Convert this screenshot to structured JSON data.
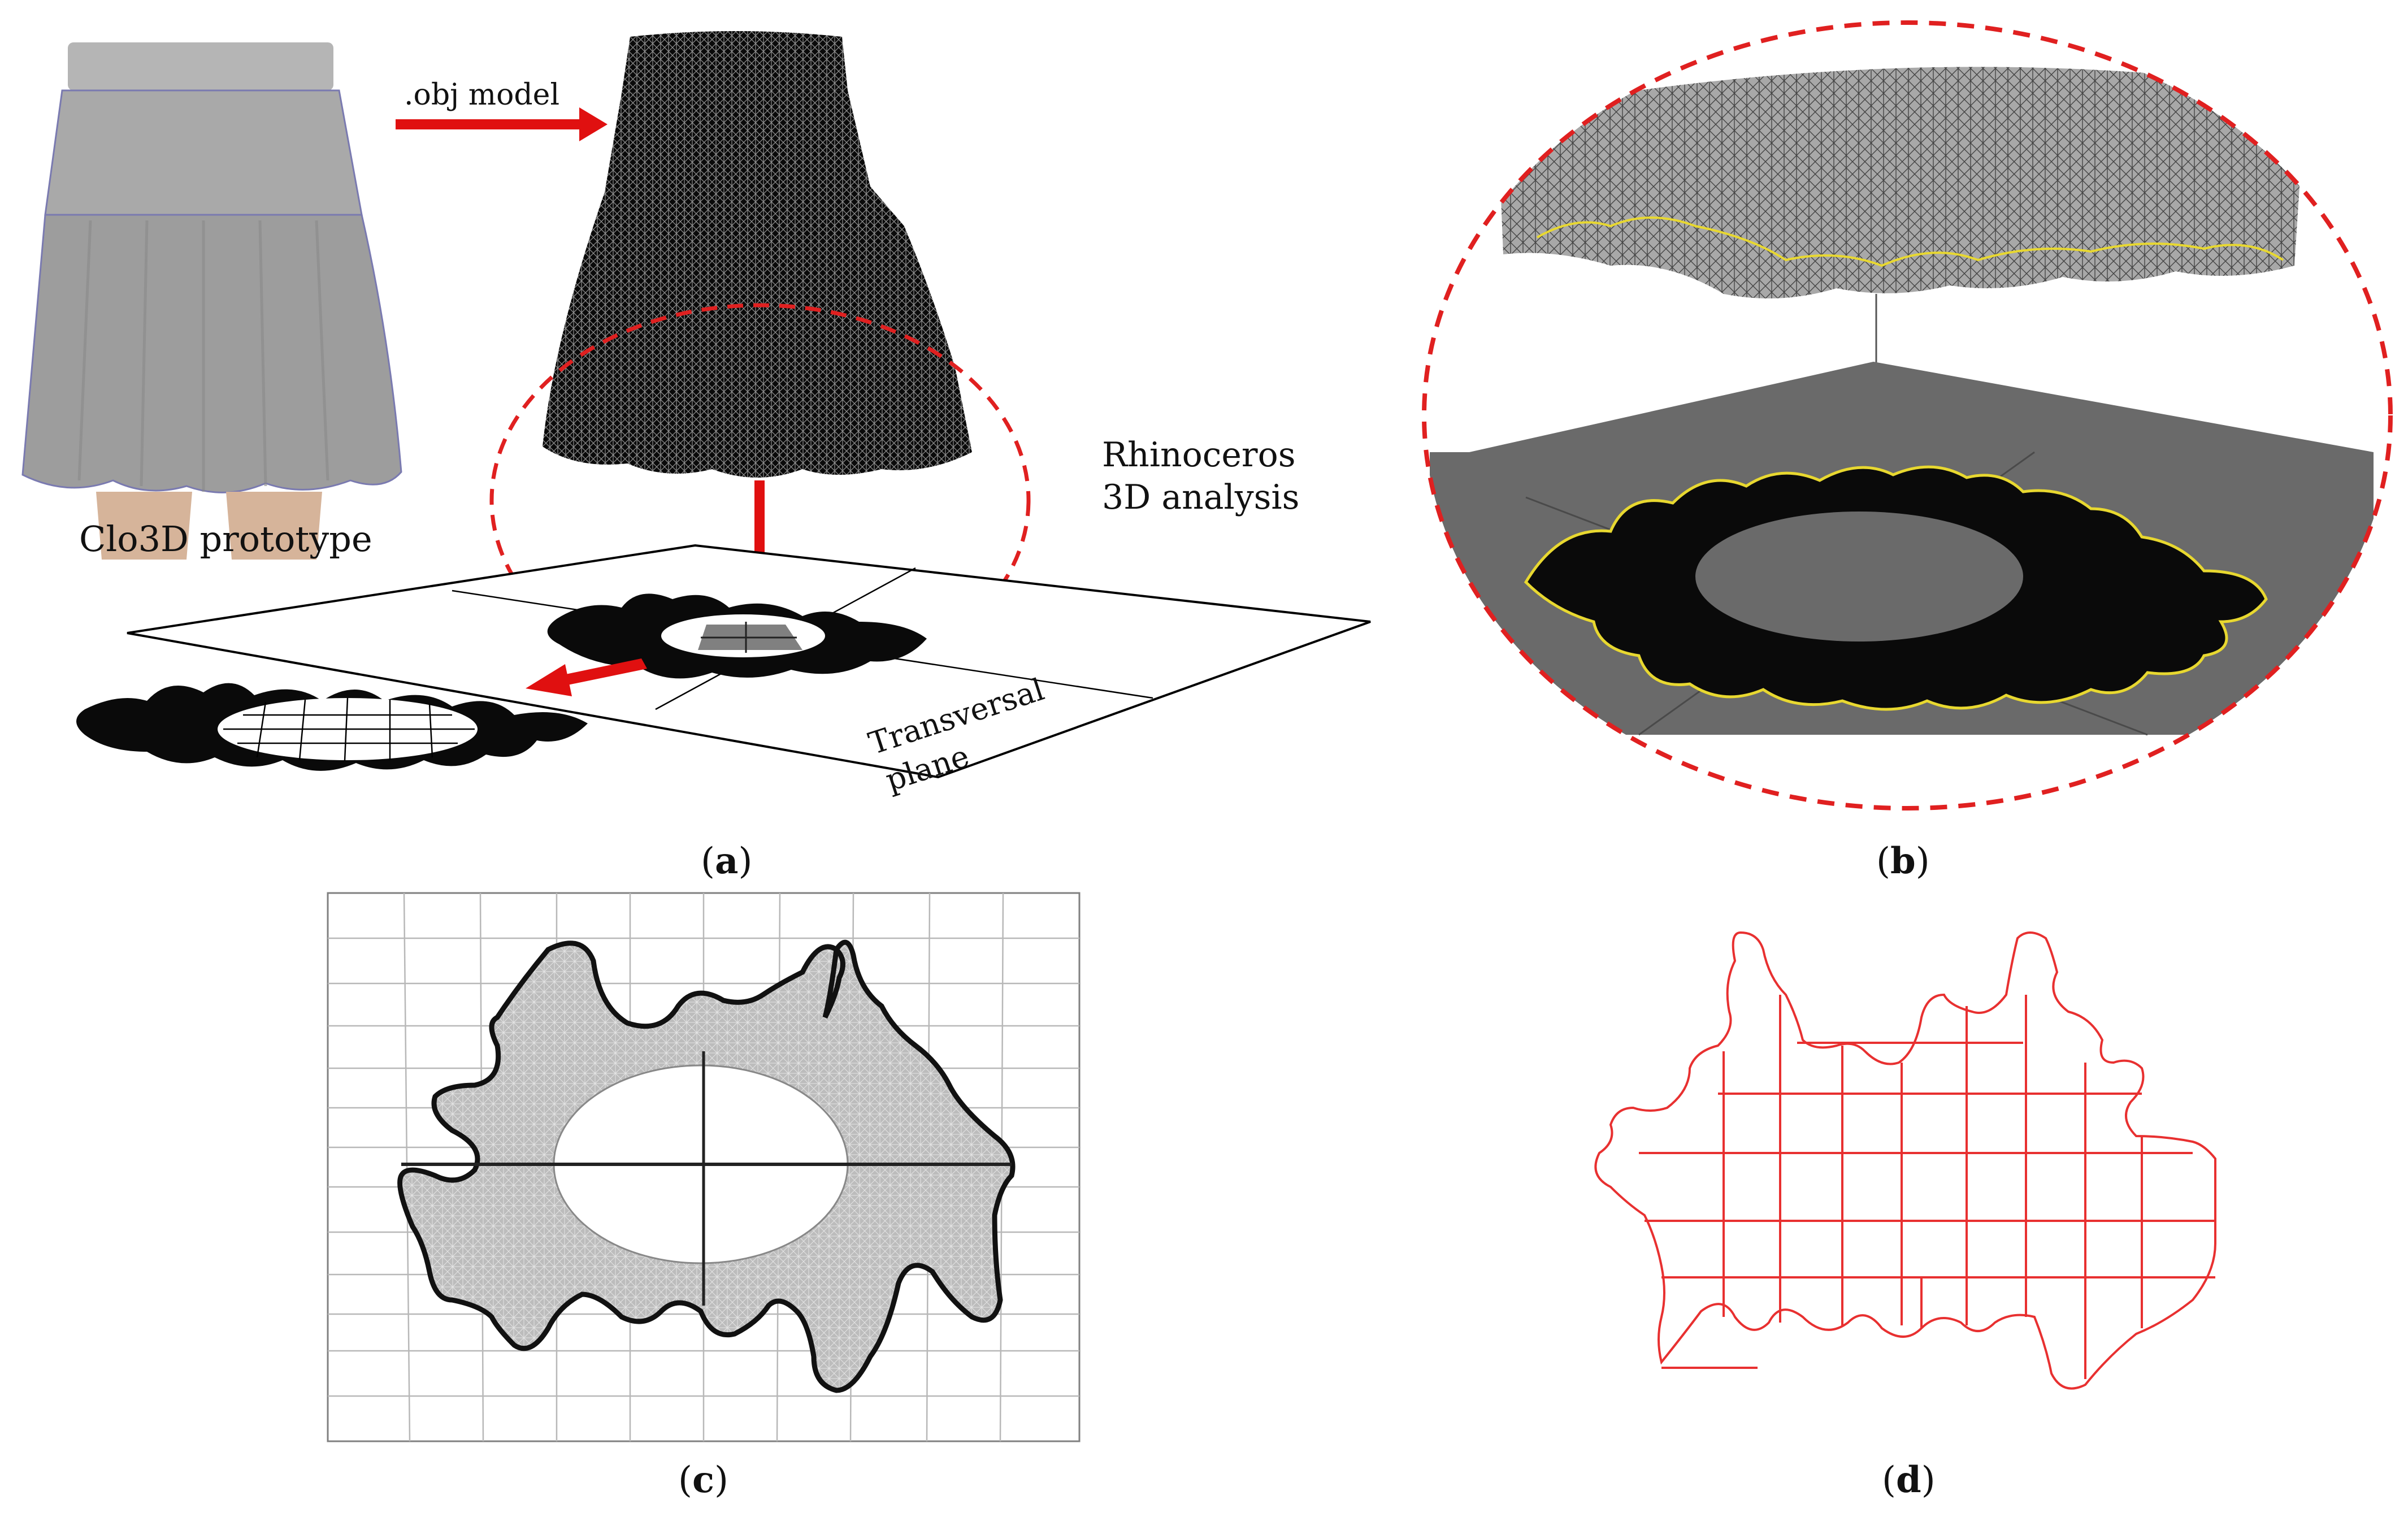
{
  "panel_a": {
    "arrow_label": ".obj model",
    "prototype_caption": "Clo3D prototype",
    "analysis_label_line1": "Rhinoceros",
    "analysis_label_line2": "3D analysis",
    "plane_label_line1": "Transversal",
    "plane_label_line2": "plane",
    "panel_letter": "a"
  },
  "panel_b": {
    "panel_letter": "b"
  },
  "panel_c": {
    "panel_letter": "c"
  },
  "panel_d": {
    "panel_letter": "d"
  },
  "colors": {
    "arrow_red": "#e01010",
    "dashed_red": "#e02020",
    "grid_red": "#e83030",
    "mesh_black": "#0a0a0a",
    "skirt_gray": "#9a9a9a",
    "scene_gray": "#6a6a6a",
    "outline_yellow": "#e8d830",
    "grid_gray": "#b8b8b8"
  }
}
